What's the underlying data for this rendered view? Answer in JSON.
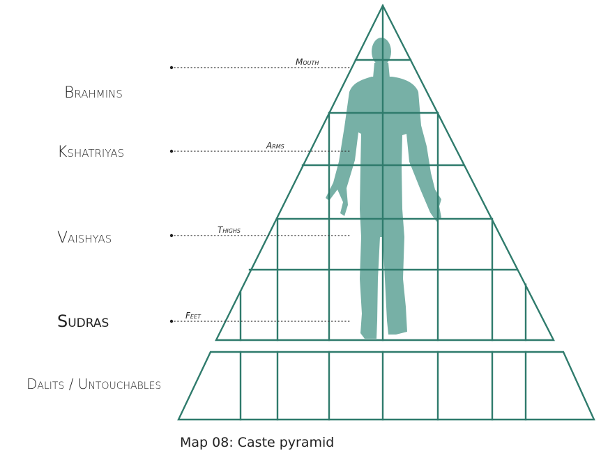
{
  "castes": [
    {
      "name": "Brahmins"
    },
    {
      "name": "Kshatriyas"
    },
    {
      "name": "Vaishyas"
    },
    {
      "name": "Sudras"
    },
    {
      "name": "Dalits / Untouchables"
    }
  ],
  "body_parts": [
    {
      "name": "Mouth"
    },
    {
      "name": "Arms"
    },
    {
      "name": "Thighs"
    },
    {
      "name": "Feet"
    }
  ],
  "caption": "Map 08: Caste pyramid",
  "colors": {
    "grid": "#2f7b6c",
    "figure": "#77b0a6",
    "text": "#222222"
  }
}
